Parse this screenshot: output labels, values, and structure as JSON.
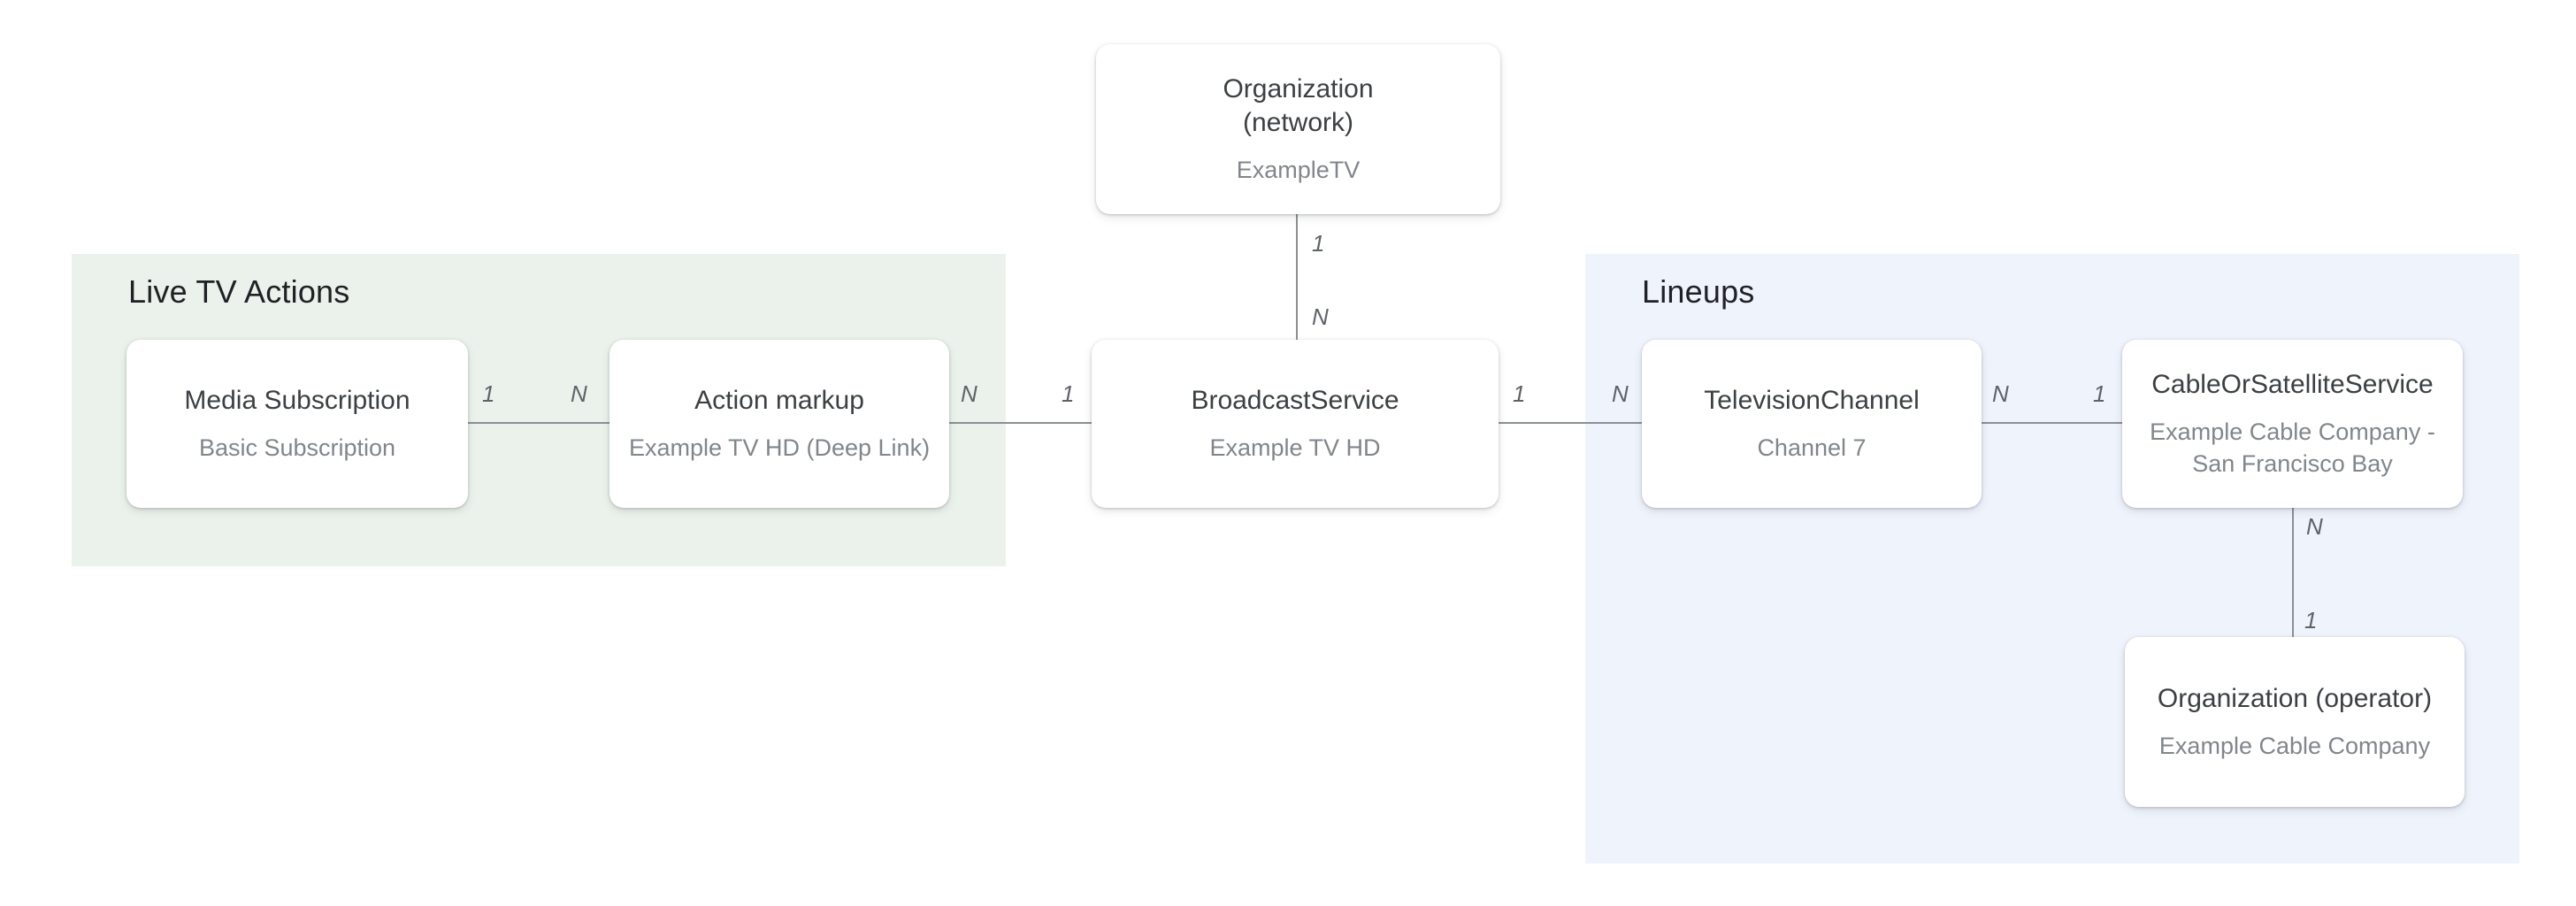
{
  "diagram": {
    "groups": [
      {
        "id": "live-tv-actions",
        "title": "Live TV Actions",
        "background": "#EBF2EC",
        "members": [
          "media-subscription",
          "action-markup"
        ]
      },
      {
        "id": "lineups",
        "title": "Lineups",
        "background": "#EFF3FC",
        "members": [
          "television-channel",
          "cable-or-satellite-service",
          "organization-operator"
        ]
      }
    ],
    "nodes": [
      {
        "id": "organization-network",
        "title": "Organization\n(network)",
        "subtitle": "ExampleTV"
      },
      {
        "id": "media-subscription",
        "title": "Media Subscription",
        "subtitle": "Basic Subscription"
      },
      {
        "id": "action-markup",
        "title": "Action markup",
        "subtitle": "Example TV HD (Deep Link)"
      },
      {
        "id": "broadcast-service",
        "title": "BroadcastService",
        "subtitle": "Example TV HD"
      },
      {
        "id": "television-channel",
        "title": "TelevisionChannel",
        "subtitle": "Channel 7"
      },
      {
        "id": "cable-or-satellite-service",
        "title": "CableOrSatelliteService",
        "subtitle": "Example Cable Company -\nSan Francisco Bay"
      },
      {
        "id": "organization-operator",
        "title": "Organization (operator)",
        "subtitle": "Example Cable Company"
      }
    ],
    "edges": [
      {
        "from": "organization-network",
        "to": "broadcast-service",
        "from_cardinality": "1",
        "to_cardinality": "N"
      },
      {
        "from": "media-subscription",
        "to": "action-markup",
        "from_cardinality": "1",
        "to_cardinality": "N"
      },
      {
        "from": "action-markup",
        "to": "broadcast-service",
        "from_cardinality": "N",
        "to_cardinality": "1"
      },
      {
        "from": "broadcast-service",
        "to": "television-channel",
        "from_cardinality": "1",
        "to_cardinality": "N"
      },
      {
        "from": "television-channel",
        "to": "cable-or-satellite-service",
        "from_cardinality": "N",
        "to_cardinality": "1"
      },
      {
        "from": "cable-or-satellite-service",
        "to": "organization-operator",
        "from_cardinality": "N",
        "to_cardinality": "1"
      }
    ],
    "colors": {
      "page_background": "#FFFFFF",
      "group_live_tv_actions_background": "#EBF2EC",
      "group_lineups_background": "#EFF3FC",
      "node_background": "#FFFFFF",
      "node_title": "#3C4043",
      "node_subtitle": "#80868B",
      "group_title": "#202124",
      "connector": "#8A9095",
      "cardinality_label": "#5F6368"
    }
  }
}
